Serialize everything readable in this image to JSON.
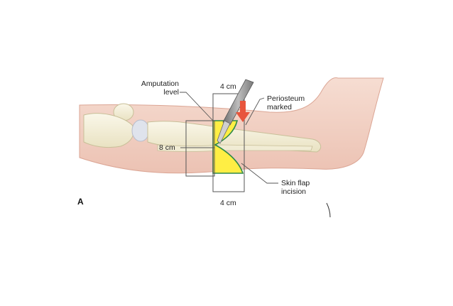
{
  "figure": {
    "panel_letter": "A",
    "labels": {
      "amputation_level_line1": "Amputation",
      "amputation_level_line2": "level",
      "dim_top": "4 cm",
      "dim_bottom": "4 cm",
      "dim_side": "8 cm",
      "periosteum_line1": "Periosteum",
      "periosteum_line2": "marked",
      "skin_flap_line1": "Skin flap",
      "skin_flap_line2": "incision"
    },
    "colors": {
      "skin": "#f3d3c6",
      "skin_edge": "#d9a08f",
      "bone": "#f3efd9",
      "flap_fill": "#ffee44",
      "flap_outline": "#2f8a4a",
      "arrow": "#e8553d",
      "guide_lines": "#555555"
    }
  }
}
